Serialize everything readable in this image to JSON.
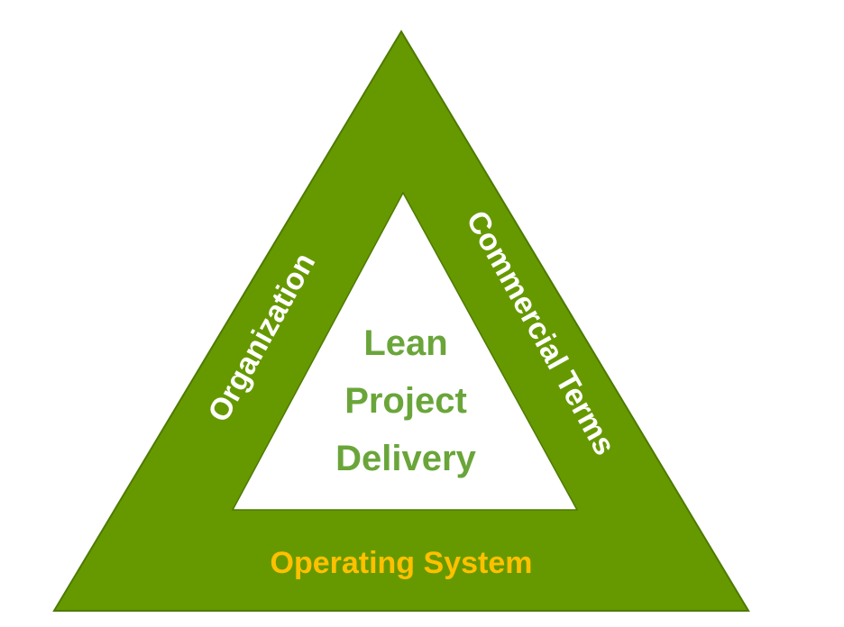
{
  "diagram": {
    "center_lines": [
      "Lean",
      "Project",
      "Delivery"
    ],
    "left_side_label": "Organization",
    "right_side_label": "Commercial Terms",
    "bottom_label": "Operating System"
  },
  "colors": {
    "triangle_fill": "#669900",
    "triangle_stroke": "#4d7a00",
    "inner_fill": "#ffffff",
    "center_text": "#6aa53a",
    "side_text": "#ffffff",
    "bottom_text": "#ffc000"
  }
}
